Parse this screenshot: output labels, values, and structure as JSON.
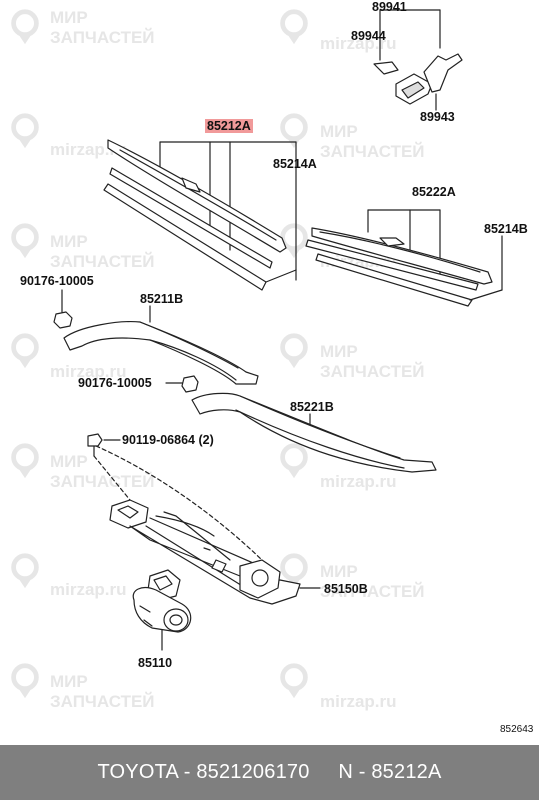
{
  "parts": {
    "p89941": "89941",
    "p89944": "89944",
    "p89943": "89943",
    "p85212A": "85212A",
    "p85214A": "85214A",
    "p85222A": "85222A",
    "p85214B": "85214B",
    "p90176_a": "90176-10005",
    "p85211B": "85211B",
    "p90176_b": "90176-10005",
    "p85221B": "85221B",
    "p90119": "90119-06864 (2)",
    "p85150B": "85150B",
    "p85110": "85110"
  },
  "diagram_code": "852643",
  "footer": {
    "text": "TOYOTA - 8521206170     N - 85212A"
  },
  "watermark": {
    "line1": "МИР",
    "line2": "ЗАПЧАСТЕЙ",
    "site": "mirzap.ru"
  },
  "colors": {
    "highlight": "#f19a9a",
    "footer_bg": "#7f7f7f",
    "watermark": "#e6e6e6"
  }
}
